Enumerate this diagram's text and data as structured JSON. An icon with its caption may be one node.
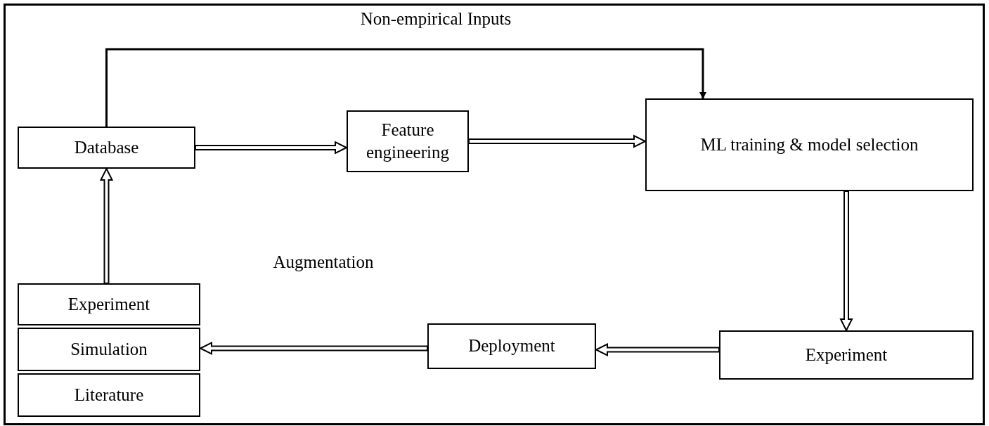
{
  "diagram": {
    "nodes": [
      {
        "text": [
          "Database"
        ]
      },
      {
        "text": [
          "Feature engineering"
        ]
      },
      {
        "text": [
          "ML training & model selection"
        ]
      },
      {
        "text": [
          "Experiment"
        ]
      },
      {
        "text": [
          "Deployment"
        ]
      },
      {
        "text": [
          "Experiment"
        ]
      },
      {
        "text": [
          "Simulation"
        ]
      },
      {
        "text": [
          "Literature"
        ]
      }
    ],
    "edges": [
      {
        "from": 0,
        "to": 2,
        "arrow": "to",
        "label": "Non-empirical Inputs"
      },
      {
        "from": 0,
        "to": 1,
        "arrow": "to"
      },
      {
        "from": 1,
        "to": 2,
        "arrow": "to"
      },
      {
        "from": 2,
        "to": 3,
        "arrow": "to"
      },
      {
        "from": 3,
        "to": 4,
        "arrow": "to"
      },
      {
        "from": 4,
        "to": 6,
        "arrow": "to",
        "label": "Augmentation"
      },
      {
        "from": 5,
        "to": 0,
        "arrow": "to"
      }
    ]
  }
}
